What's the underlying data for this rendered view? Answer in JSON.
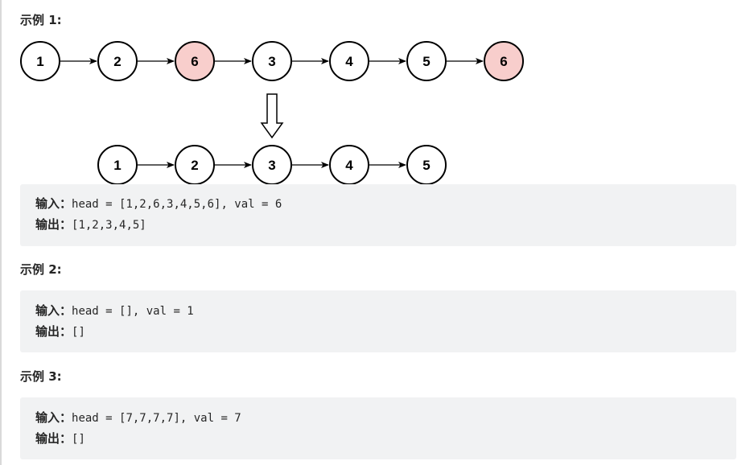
{
  "examples": [
    {
      "title": "示例 1:",
      "input_label": "输入：",
      "input_value": "head = [1,2,6,3,4,5,6], val = 6",
      "output_label": "输出：",
      "output_value": "[1,2,3,4,5]"
    },
    {
      "title": "示例 2:",
      "input_label": "输入：",
      "input_value": "head = [], val = 1",
      "output_label": "输出：",
      "output_value": "[]"
    },
    {
      "title": "示例 3:",
      "input_label": "输入：",
      "input_value": "head = [7,7,7,7], val = 7",
      "output_label": "输出：",
      "output_value": "[]"
    }
  ],
  "diagram": {
    "before": [
      "1",
      "2",
      "6",
      "3",
      "4",
      "5",
      "6"
    ],
    "removed_indices": [
      2,
      6
    ],
    "after": [
      "1",
      "2",
      "3",
      "4",
      "5"
    ],
    "node_fill": "#ffffff",
    "removed_fill": "#f8cecc",
    "stroke": "#000000",
    "transform_icon": "down-arrow-icon"
  }
}
